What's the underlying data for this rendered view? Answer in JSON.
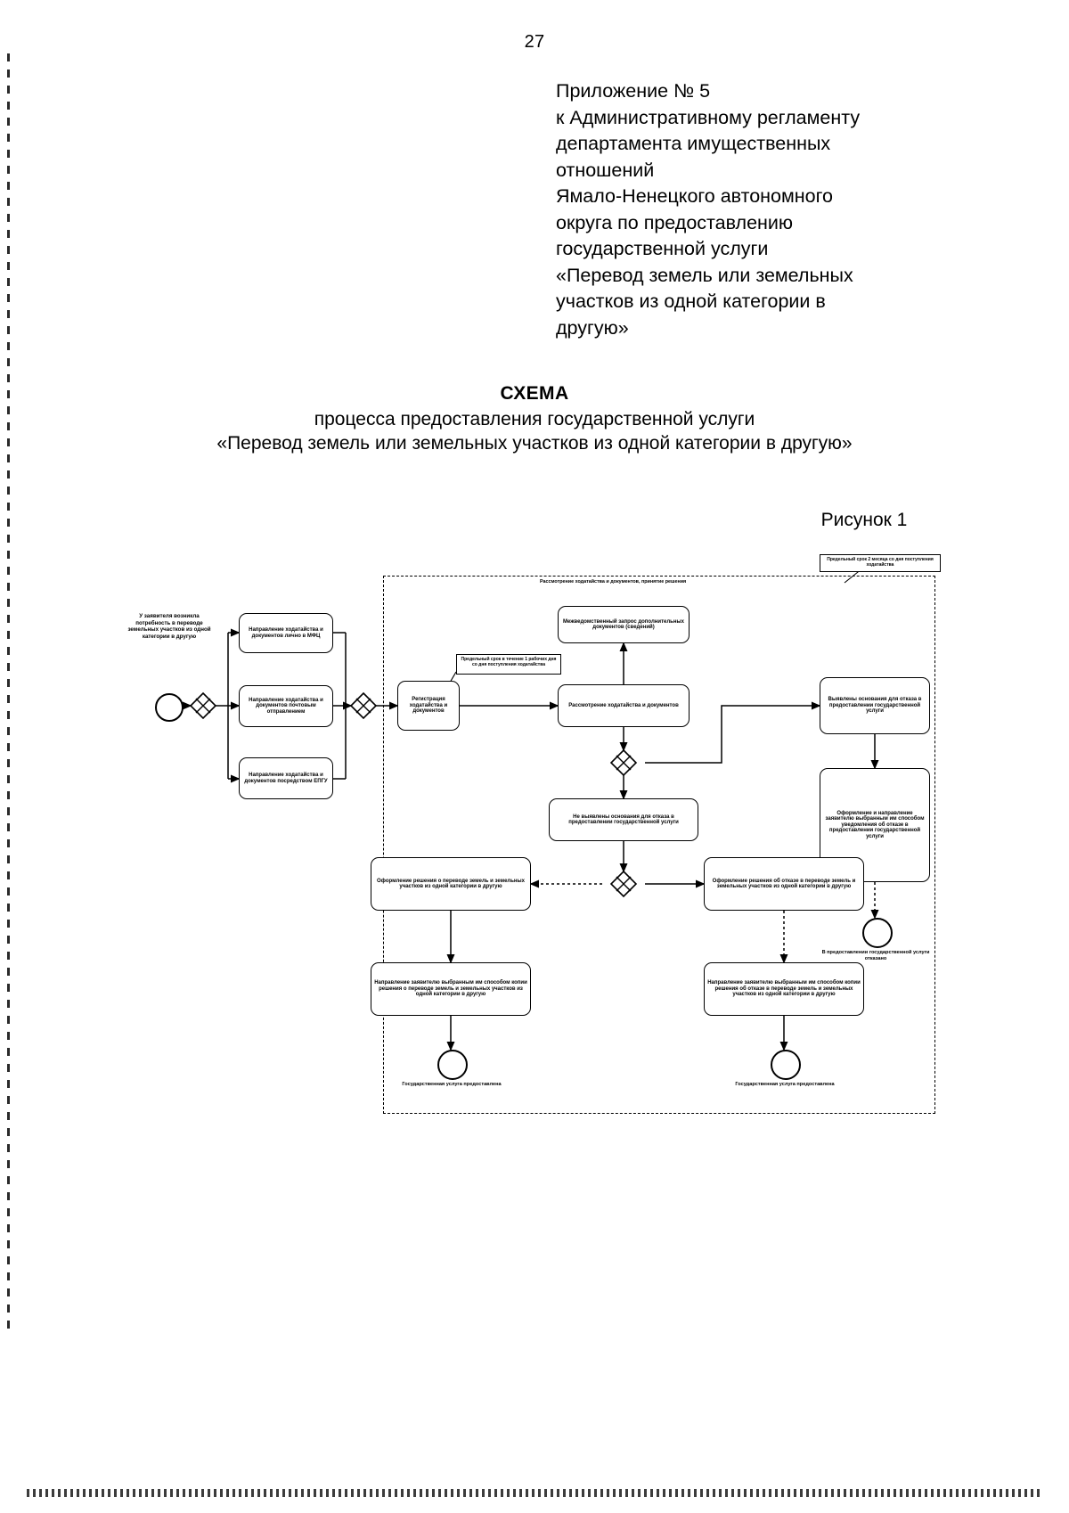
{
  "page_number": "27",
  "approval": {
    "lines": [
      "Приложение № 5",
      "к Административному регламенту",
      "департамента имущественных",
      "отношений",
      "Ямало-Ненецкого автономного",
      "округа по предоставлению",
      "государственной услуги",
      "«Перевод земель или земельных",
      "участков из одной категории в",
      "другую»"
    ]
  },
  "title": {
    "heading": "СХЕМА",
    "line2": "процесса предоставления государственной услуги",
    "line3": "«Перевод земель или земельных участков из одной категории в другую»"
  },
  "figure_label": "Рисунок 1",
  "diagram": {
    "lane_label": "Рассмотрение ходатайства и документов, принятие решения",
    "start_caption": "У заявителя возникла потребность в переводе земельных участков из одной категории в другую",
    "notes": [
      "Предельный срок 2 месяца со дня поступления ходатайства",
      "Предельный срок в течение 1 рабочих дня со дня поступления ходатайства"
    ],
    "nodes": [
      {
        "id": "mfc",
        "text": "Направление ходатайства и документов лично в МФЦ"
      },
      {
        "id": "post",
        "text": "Направление ходатайства и документов почтовым отправлением"
      },
      {
        "id": "epgu",
        "text": "Направление ходатайства и документов посредством ЕПГУ"
      },
      {
        "id": "register",
        "text": "Регистрация ходатайства и документов"
      },
      {
        "id": "interdep",
        "text": "Межведомственный запрос дополнительных документов (сведений)"
      },
      {
        "id": "review",
        "text": "Рассмотрение ходатайства и документов"
      },
      {
        "id": "grounds",
        "text": "Выявлены основания для отказа в предоставлении государственной услуги"
      },
      {
        "id": "notify-refusal",
        "text": "Оформление и направление заявителю выбранным им способом уведомления об отказе в предоставлении государственной услуги"
      },
      {
        "id": "no-grounds",
        "text": "Не выявлены основания для отказа в предоставлении государственной услуги"
      },
      {
        "id": "decision-transfer",
        "text": "Оформление решения о переводе земель и земельных участков из одной категории в другую"
      },
      {
        "id": "decision-refusal",
        "text": "Оформление решения об отказе в переводе земель и земельных участков из одной категории в другую"
      },
      {
        "id": "send-transfer",
        "text": "Направление заявителю выбранным им способом копии решения о переводе земель и земельных участков из одной категории в другую"
      },
      {
        "id": "send-refusal",
        "text": "Направление заявителю выбранным им способом копии решения об отказе в переводе земель и земельных участков из одной категории в другую"
      }
    ],
    "end_events": [
      {
        "id": "end-refused",
        "text": "В предоставлении государственной услуги отказано"
      },
      {
        "id": "end-provided",
        "text": "Государственная услуга предоставлена"
      },
      {
        "id": "end-provided2",
        "text": "Государственная услуга предоставлена"
      }
    ]
  }
}
